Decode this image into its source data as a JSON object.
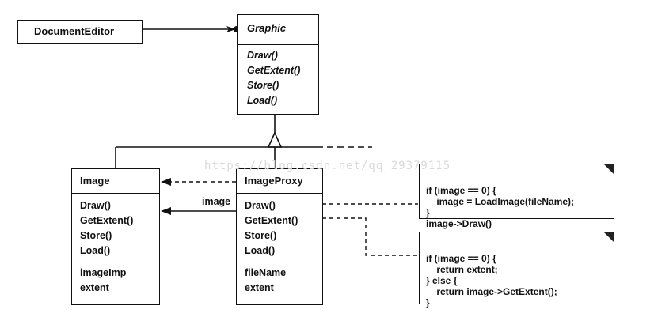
{
  "document_editor": {
    "name": "DocumentEditor"
  },
  "graphic": {
    "name": "Graphic",
    "operations": [
      "Draw()",
      "GetExtent()",
      "Store()",
      "Load()"
    ]
  },
  "image": {
    "name": "Image",
    "operations": [
      "Draw()",
      "GetExtent()",
      "Store()",
      "Load()"
    ],
    "attributes": [
      "imageImp",
      "extent"
    ]
  },
  "image_proxy": {
    "name": "ImageProxy",
    "operations": [
      "Draw()",
      "GetExtent()",
      "Store()",
      "Load()"
    ],
    "attributes": [
      "fileName",
      "extent"
    ]
  },
  "association_label": "image",
  "note_draw": {
    "lines": [
      "if (image == 0) {",
      "    image = LoadImage(fileName);",
      "}",
      "image->Draw()"
    ]
  },
  "note_extent": {
    "lines": [
      "if (image == 0) {",
      "    return extent;",
      "} else {",
      "    return image->GetExtent();",
      "}"
    ]
  },
  "watermark": "https://blog.csdn.net/qq_29379115"
}
